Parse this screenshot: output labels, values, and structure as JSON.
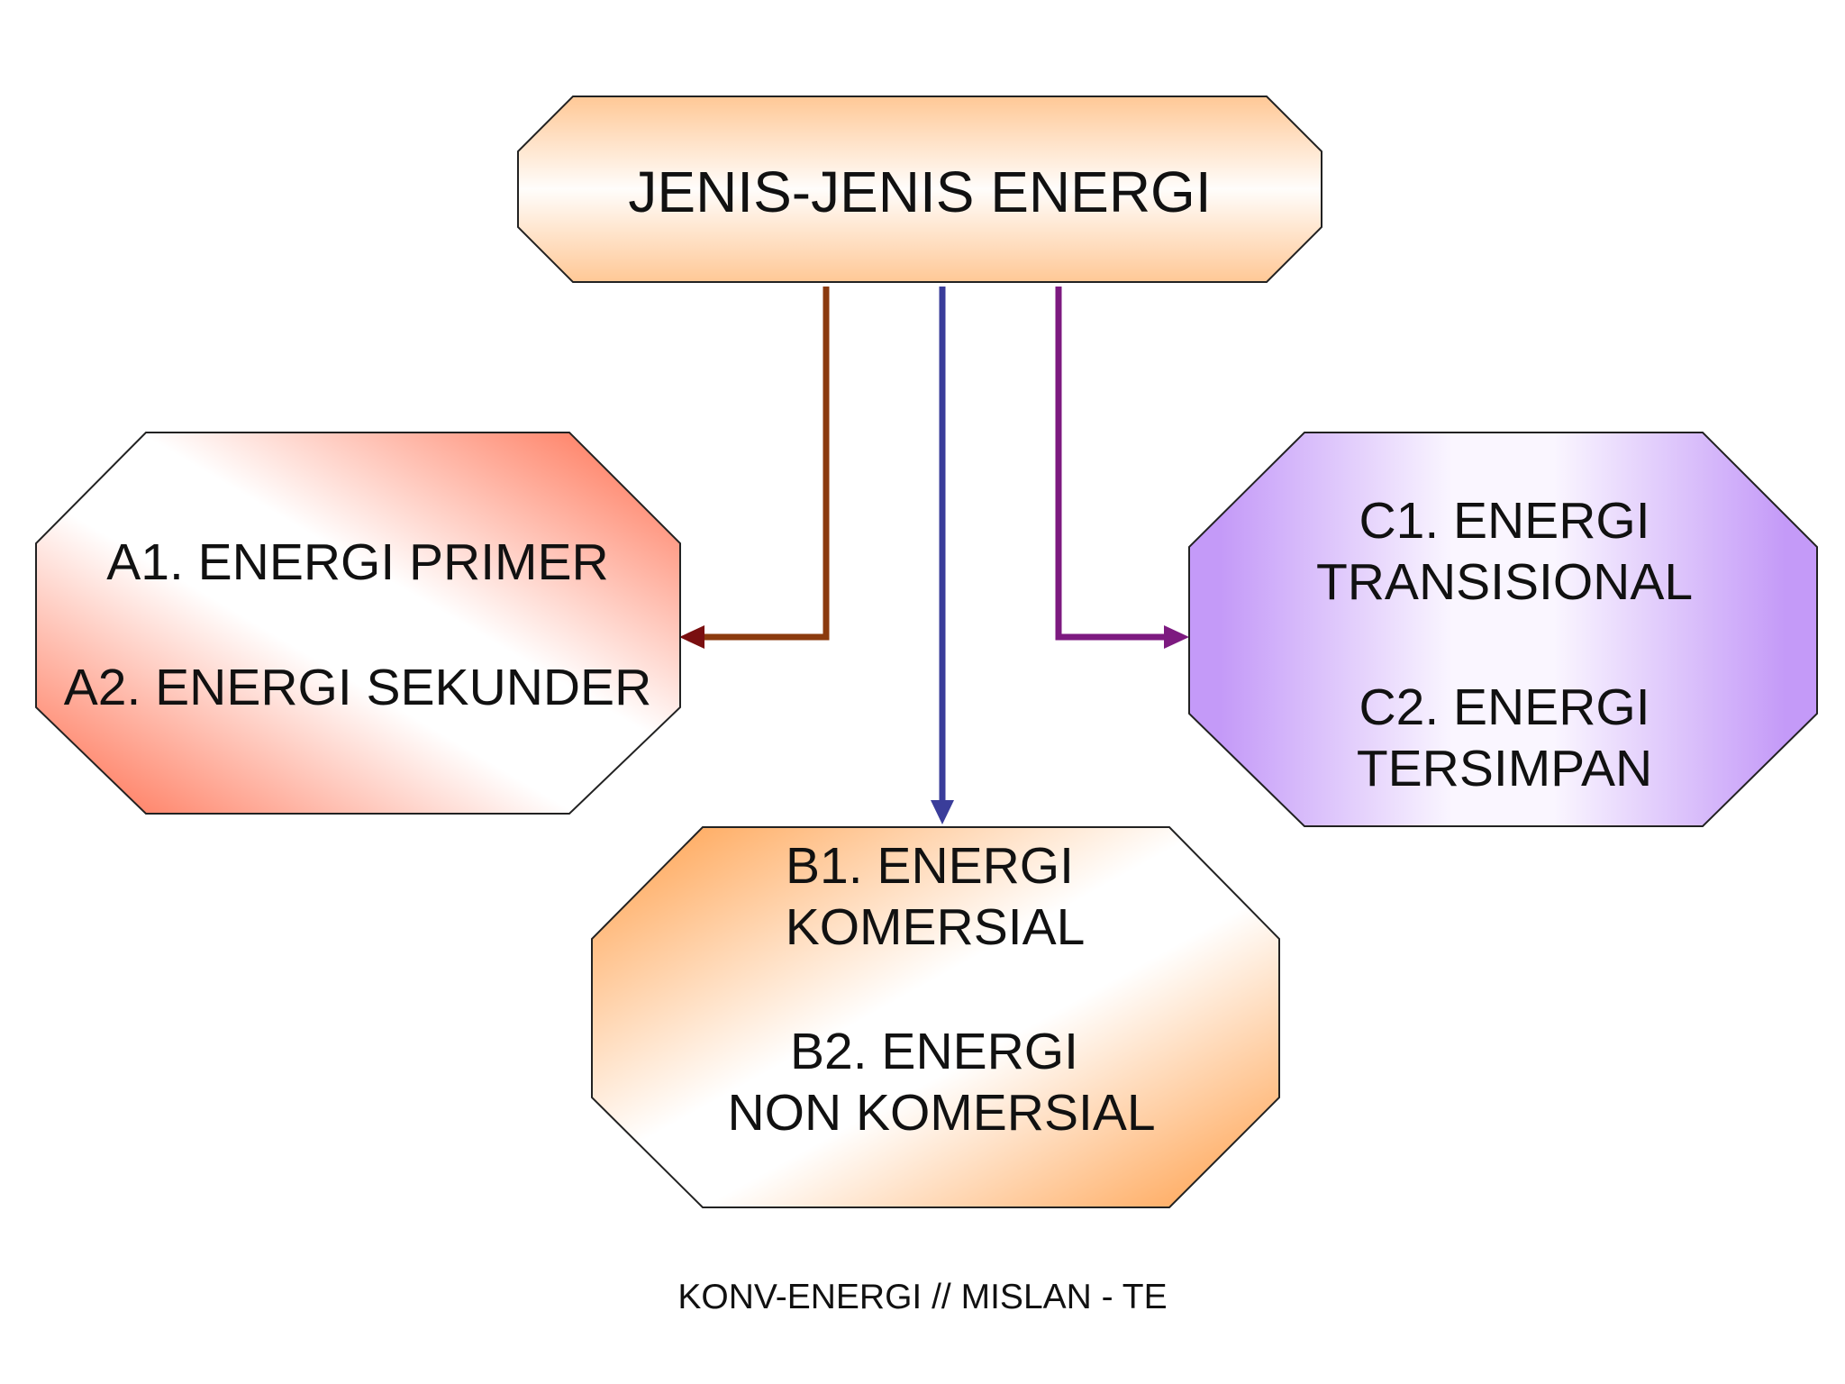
{
  "colors": {
    "arrow_left": "#8B3A0E",
    "arrow_left_head": "#7A0F10",
    "arrow_center": "#3A3D9A",
    "arrow_right": "#7D1A80",
    "root_fill": "#FFC896",
    "left_fill": "#FF6A4A",
    "center_fill": "#FF9E48",
    "right_fill": "#C49AF8"
  },
  "root": {
    "label": "JENIS-JENIS ENERGI"
  },
  "left_box": {
    "line1": "A1. ENERGI PRIMER",
    "line2": "A2. ENERGI SEKUNDER"
  },
  "center_box": {
    "line1": "B1. ENERGI",
    "line2": "KOMERSIAL",
    "line3": "B2. ENERGI",
    "line4": "NON KOMERSIAL"
  },
  "right_box": {
    "line1": "C1. ENERGI",
    "line2": "TRANSISIONAL",
    "line3": "C2. ENERGI",
    "line4": "TERSIMPAN"
  },
  "footer": {
    "text": "KONV-ENERGI // MISLAN - TE"
  }
}
